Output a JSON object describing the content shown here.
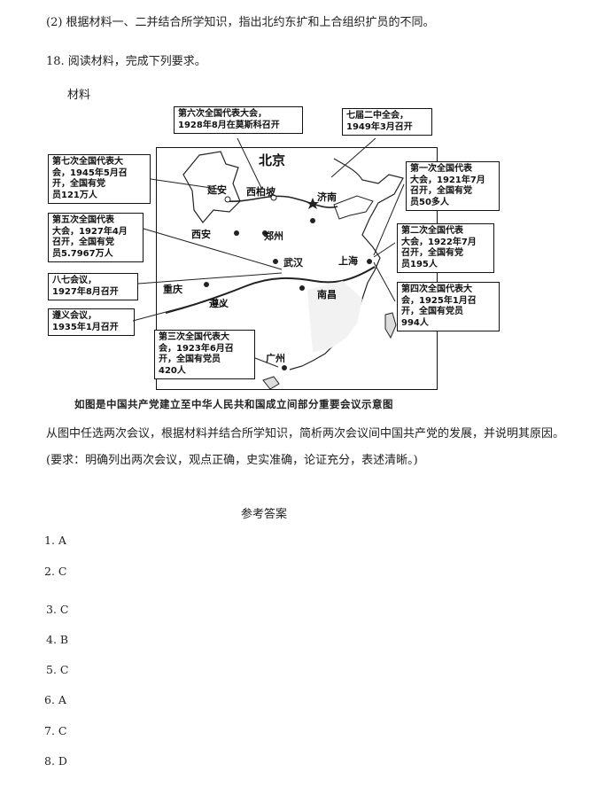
{
  "question_part": "(2) 根据材料一、二并结合所学知识，指出北约东扩和上合组织扩员的不同。",
  "q18_title": "18. 阅读材料，完成下列要求。",
  "material_label": "材料",
  "map": {
    "boxes": {
      "sixth": "第六次全国代表大会，\n1928年8月在莫斯科召开",
      "seventh_plenum": "七届二中全会，\n1949年3月召开",
      "seventh": "第七次全国代表大\n会，1945年5月召\n开，全国有党\n员121万人",
      "fifth": "第五次全国代表\n大会，1927年4月\n召开，全国有党\n员5.7967万人",
      "aug7": "八七会议，\n1927年8月召开",
      "zunyi_meeting": "遵义会议，\n1935年1月召开",
      "third": "第三次全国代表大\n会，1923年6月召\n开，全国有党员\n420人",
      "first": "第一次全国代表\n大会，1921年7月\n召开，全国有党\n员50多人",
      "second": "第二次全国代表\n大会，1922年7月\n召开，全国有党\n员195人",
      "fourth": "第四次全国代表大\n会，1925年1月召\n开，全国有党员\n994人"
    },
    "cities": {
      "beijing": "北京",
      "xibaipo": "西柏坡",
      "yanan": "延安",
      "jinan": "济南",
      "xian": "西安",
      "zhengzhou": "郑州",
      "wuhan": "武汉",
      "shanghai": "上海",
      "chongqing": "重庆",
      "zunyi": "遵义",
      "nanchang": "南昌",
      "guangzhou": "广州"
    }
  },
  "caption": "如图是中国共产党建立至中华人民共和国成立间部分重要会议示意图",
  "task": "从图中任选两次会议，根据材料并结合所学知识，简析两次会议间中国共产党的发展，并说明其原因。",
  "requirement": "(要求：明确列出两次会议，观点正确，史实准确，论证充分，表述清晰。)",
  "answer_title": "参考答案",
  "answers": [
    "1. A",
    "2. C",
    "3. C",
    "4. B",
    "5. C",
    "6. A",
    "7. C",
    "8. D"
  ]
}
